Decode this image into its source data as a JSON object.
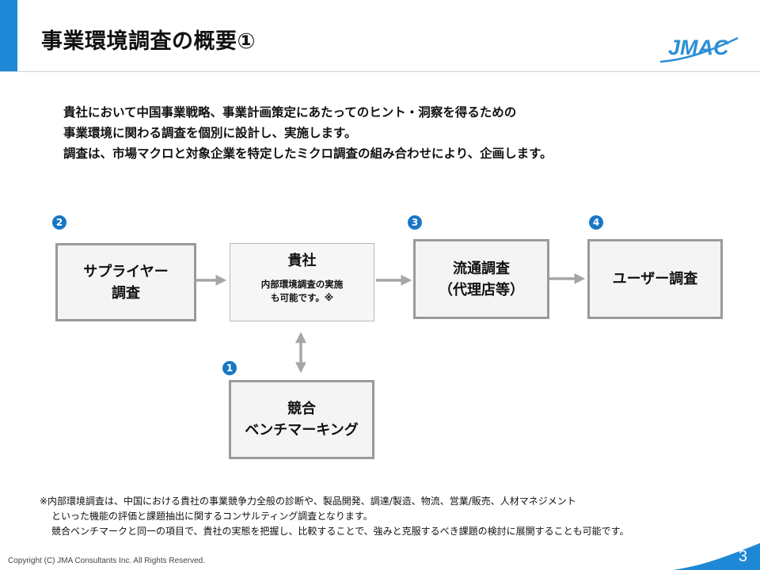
{
  "header": {
    "title": "事業環境調査の概要①",
    "logo_text": "JMAC"
  },
  "intro": {
    "lines": [
      "貴社において中国事業戦略、事業計画策定にあたってのヒント・洞察を得るための",
      "事業環境に関わる調査を個別に設計し、実施します。",
      "調査は、市場マクロと対象企業を特定したミクロ調査の組み合わせにより、企画します。"
    ]
  },
  "flow": {
    "supplier": {
      "badge": "2",
      "line1": "サプライヤー",
      "line2": "調査"
    },
    "company": {
      "title": "貴社",
      "note1": "内部環境調査の実施",
      "note2": "も可能です。※"
    },
    "distribution": {
      "badge": "3",
      "line1": "流通調査",
      "line2": "（代理店等）"
    },
    "user": {
      "badge": "4",
      "label": "ユーザー調査"
    },
    "benchmark": {
      "badge": "1",
      "line1": "競合",
      "line2": "ベンチマーキング"
    }
  },
  "footnote": {
    "line1": "※内部環境調査は、中国における貴社の事業競争力全般の診断や、製品開発、調達/製造、物流、営業/販売、人材マネジメント",
    "line2": "といった機能の評価と課題抽出に関するコンサルティング調査となります。",
    "line3": "競合ベンチマークと同一の項目で、貴社の実態を把握し、比較することで、強みと克服するべき課題の検討に展開することも可能です。"
  },
  "footer": {
    "copyright": "Copyright (C) JMA Consultants Inc. All Rights Reserved.",
    "page_number": "3"
  },
  "colors": {
    "accent": "#1e88d6",
    "badge": "#1877c4",
    "logo": "#2d8fd5",
    "arrow": "#a6a6a6",
    "box_border": "#9a9a9a"
  }
}
